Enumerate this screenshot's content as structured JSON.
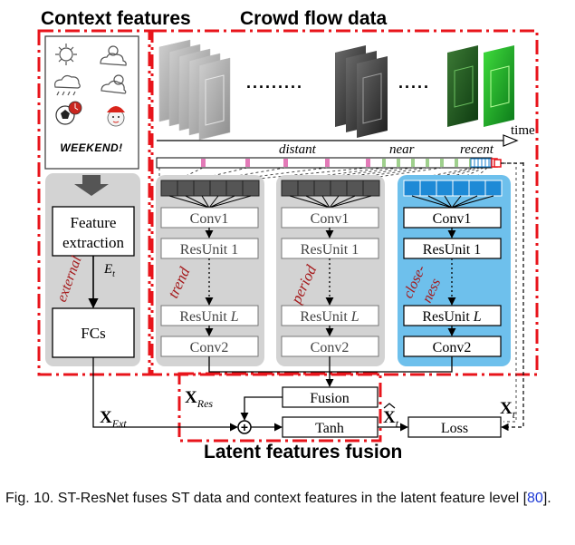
{
  "headers": {
    "context": "Context features",
    "crowd": "Crowd flow data",
    "latent": "Latent features fusion"
  },
  "context": {
    "weekend_text": "WEEKEND!",
    "feature_extraction": [
      "Feature",
      "extraction"
    ],
    "e_label": "E",
    "e_sub": "t",
    "external_label": "external",
    "fcs": "FCs"
  },
  "timeline": {
    "time": "time",
    "distant": "distant",
    "near": "near",
    "recent": "recent"
  },
  "branches": [
    {
      "label": "trend",
      "conv1": "Conv1",
      "res1": "ResUnit 1",
      "resL": "ResUnit",
      "L": "L",
      "conv2": "Conv2"
    },
    {
      "label": "period",
      "conv1": "Conv1",
      "res1": "ResUnit 1",
      "resL": "ResUnit",
      "L": "L",
      "conv2": "Conv2"
    },
    {
      "label": [
        "close-",
        "ness"
      ],
      "conv1": "Conv1",
      "res1": "ResUnit 1",
      "resL": "ResUnit",
      "L": "L",
      "conv2": "Conv2"
    }
  ],
  "fusion": {
    "fusion": "Fusion",
    "tanh": "Tanh",
    "loss": "Loss",
    "x_res": "X",
    "x_res_sub": "Res",
    "x_ext": "X",
    "x_ext_sub": "Ext",
    "x_hat": "X",
    "x_hat_sub": "t",
    "x_t": "X",
    "x_t_sub": "t",
    "plus": "+"
  },
  "caption": {
    "text": "Fig. 10. ST-ResNet fuses ST data and context features in the latent feature level [",
    "ref": "80",
    "end": "]."
  },
  "colors": {
    "red_dash": "#e8141b",
    "gray_panel": "#d3d3d3",
    "blue_panel": "#6ec0ec",
    "label_red": "#a5191b",
    "ref_blue": "#1f3bd6"
  }
}
